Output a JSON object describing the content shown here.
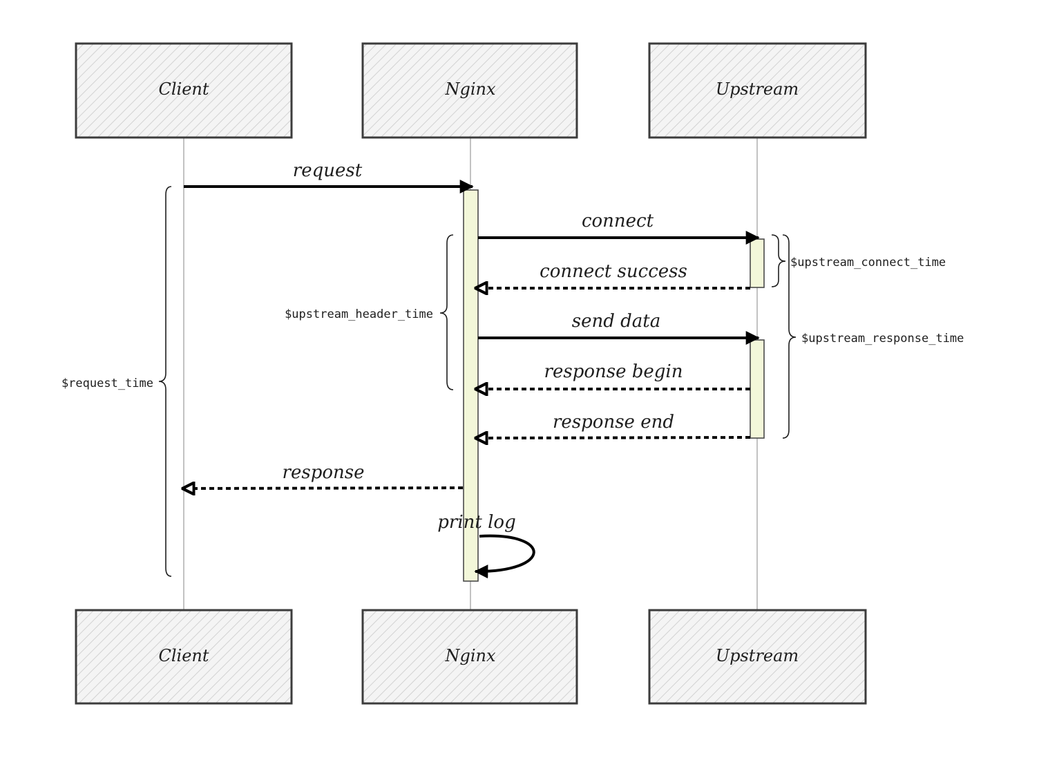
{
  "participants": [
    {
      "name": "Client"
    },
    {
      "name": "Nginx"
    },
    {
      "name": "Upstream"
    }
  ],
  "messages": {
    "request": "request",
    "connect": "connect",
    "connect_success": "connect success",
    "send_data": "send data",
    "response_begin": "response begin",
    "response_end": "response end",
    "response": "response",
    "print_log": "print log"
  },
  "timings": {
    "request_time": "$request_time",
    "upstream_header_time": "$upstream_header_time",
    "upstream_connect_time": "$upstream_connect_time",
    "upstream_response_time": "$upstream_response_time"
  },
  "colors": {
    "box_fill": "#ececec",
    "activation_fill": "#f3f7d9",
    "ink": "#1e1e1e"
  }
}
